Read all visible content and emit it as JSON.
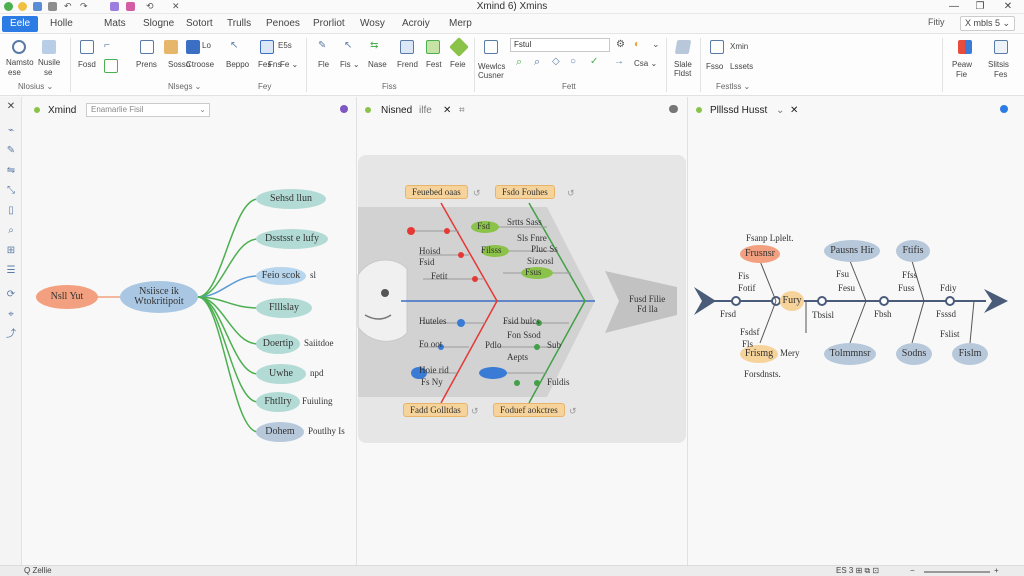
{
  "window": {
    "title": "Xmind 6) Xmins",
    "min_glyph": "—",
    "max_glyph": "❐",
    "close_glyph": "✕"
  },
  "menu": {
    "file": "Eele",
    "items": [
      "Holle",
      "Mats",
      "Slogne",
      "Sotort",
      "Trulls",
      "Penoes",
      "Prorliot",
      "Wosy",
      "Acroiy",
      "Merp"
    ],
    "right_label": "Fitiy",
    "right_box": "X mbls 5 ⌄"
  },
  "ribbon": {
    "g1_labels": [
      "Namsto",
      "Nusile",
      "ese",
      "se"
    ],
    "g1_caption": "Nlosius ⌄",
    "g2_labels": [
      "Fosd",
      "Prens",
      "Sosso",
      "Ctroose",
      "Beppo",
      "Fes",
      "Fns",
      "Fe ⌄"
    ],
    "g2_top": [
      "Lo",
      "E5s"
    ],
    "g2_caption": "Nlsegs ⌄",
    "g3_caption": "Fey",
    "g4_labels": [
      "Fle",
      "Fis ⌄",
      "Nase",
      "Frend",
      "Fest",
      "Feie"
    ],
    "g4_caption": "Fiss",
    "g5_input": "Fstul",
    "g5_labels": [
      "Wewlcs",
      "Cusner",
      "Csa ⌄"
    ],
    "g5_caption": "Fett",
    "g6_labels": [
      "Slale",
      "Fldst"
    ],
    "g6_caption": "",
    "g7_labels": [
      "Xmin",
      "Fsso",
      "Lssets"
    ],
    "g7_caption": "Festlss ⌄",
    "g8_labels": [
      "Peaw",
      "Fie",
      "Slitsis",
      "Fes"
    ]
  },
  "left_tools": [
    "⌁",
    "✎",
    "⇋",
    "⤡",
    "▯",
    "⌕",
    "⊞",
    "☰",
    "⟳",
    "⌖",
    "⤴"
  ],
  "panel1": {
    "title": "Xmind",
    "dropdown": "Enamarlie Fisil",
    "central": "Nsll Yut",
    "main_l1": "Nsiisce ik",
    "main_l2": "Wtokritipoit",
    "branches": [
      {
        "label": "Sehsd llun",
        "side": ""
      },
      {
        "label": "Dsstsst e lufy",
        "side": ""
      },
      {
        "label": "Feio scok",
        "side": "sl"
      },
      {
        "label": "Flllslay",
        "side": ""
      },
      {
        "label": "Doertip",
        "side": "Saiitdoe"
      },
      {
        "label": "Uwhe",
        "side": "npd"
      },
      {
        "label": "Fhtllry",
        "side": "Fuiuling"
      },
      {
        "label": "Dohem",
        "side": "Poutlhy Is"
      }
    ]
  },
  "panel2": {
    "title": "Nisned",
    "title_extra": "ilfe",
    "tags_top": [
      "Feuebed oaas",
      "Fsdo Fouhes"
    ],
    "tags_bottom": [
      "Fadd Golltdas",
      "Foduef aokctres"
    ],
    "head_l1": "Fusd Filie",
    "head_l2": "Fd lla",
    "bones_left": [
      "Fetit",
      "Fsd",
      "Filsss",
      "Fsus",
      "Huteles",
      "Fsid bulcs",
      "Pdlo",
      "Fs Ny"
    ],
    "bones_right": [
      "Srtts Sass",
      "Sls Fnre",
      "Pluc Ss",
      "Sizoosl",
      "Fon Ssod",
      "Aepts",
      "Sub",
      "Fuldis"
    ],
    "left_labels": [
      "Hoisd",
      "Fsid",
      "Fo oot",
      "Hoie rid"
    ]
  },
  "panel3": {
    "title": "Plllssd Husst",
    "top_label": "Fsanp Lplelt.",
    "nodes_top": [
      {
        "label": "Frusnsr",
        "color": "#f2a07f"
      },
      {
        "label": "Pausns Hir",
        "color": "#b7c8db"
      },
      {
        "label": "Ftifis",
        "color": "#b7c8db"
      }
    ],
    "nodes_bottom": [
      {
        "label": "Frismg",
        "color": "#f6d39a"
      },
      {
        "label": "Tolmmnsr",
        "color": "#b7c8db"
      },
      {
        "label": "Sodns",
        "color": "#b7c8db"
      },
      {
        "label": "Fislm",
        "color": "#b7c8db"
      }
    ],
    "center_node": "Fury",
    "mini_labels": [
      "Fis",
      "Fotif",
      "Frsd",
      "Fsdsf",
      "Fls",
      "Fsu",
      "Tbsisl",
      "Fesu",
      "Fbsh",
      "Ffss",
      "Fuss",
      "Fdiy",
      "Fsssd",
      "Fslist"
    ],
    "bottom_side": "Mery",
    "bottom_label": "Forsdnsts."
  },
  "status": {
    "left": "Q Zellie",
    "right": "ES 3 ⊞ ⧉ ⊡"
  }
}
